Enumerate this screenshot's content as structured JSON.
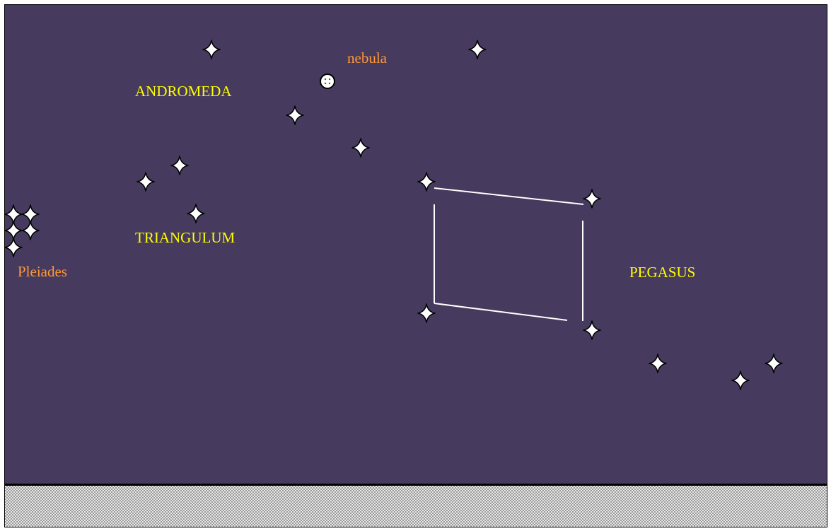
{
  "labels": {
    "andromeda": "ANDROMEDA",
    "triangulum": "TRIANGULUM",
    "pegasus": "PEGASUS",
    "pleiades": "Pleiades",
    "nebula": "nebula"
  },
  "colors": {
    "sky": "#463a5e",
    "constellation_label": "#ffff00",
    "object_label": "#ff9933",
    "star_fill": "#ffffff",
    "star_outline": "#000000",
    "asterism_line": "#ffffff",
    "ground_pattern": "#9a9a9a"
  },
  "icons": {
    "star": "four-point-star-icon",
    "nebula": "nebula-dot-icon"
  }
}
